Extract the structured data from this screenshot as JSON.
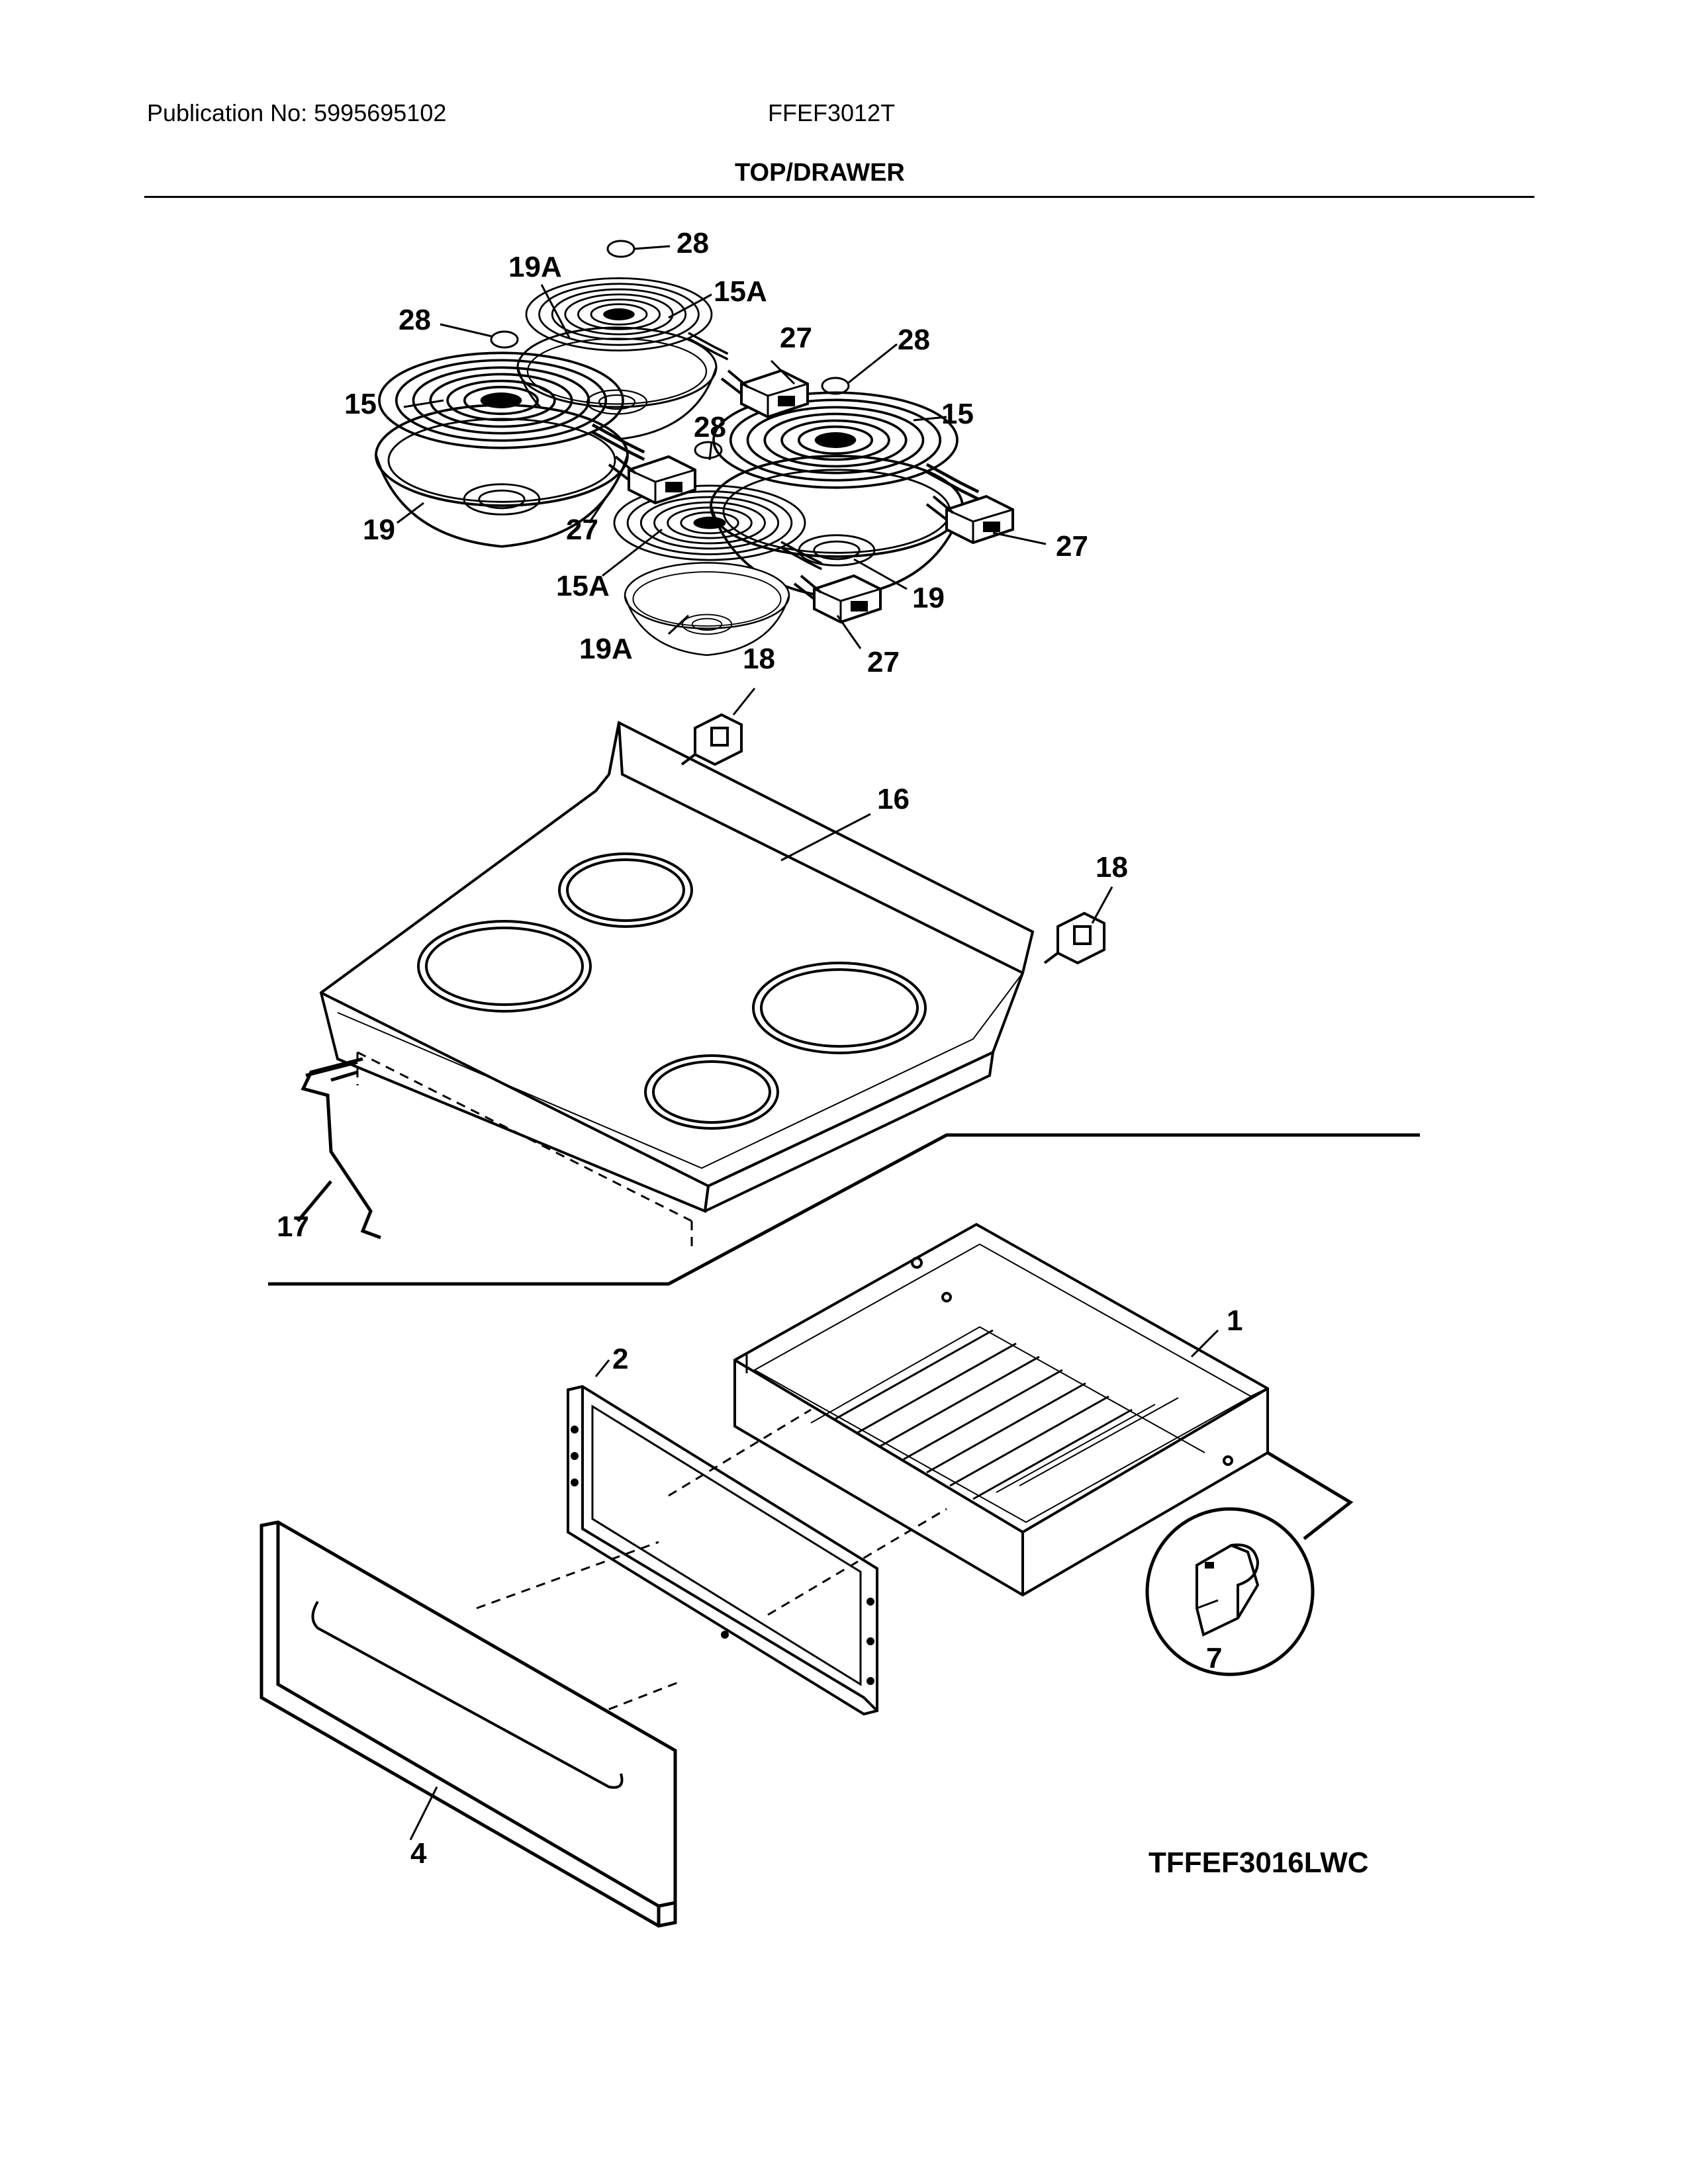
{
  "header": {
    "publication": "Publication No: 5995695102",
    "model": "FFEF3012T",
    "section_title": "TOP/DRAWER"
  },
  "callouts": {
    "p28_top": "28",
    "p19A_top": "19A",
    "p15A_top": "15A",
    "p28_left": "28",
    "p27_topright": "27",
    "p28_right": "28",
    "p15_left": "15",
    "p15_right": "15",
    "p28_center": "28",
    "p19_left": "19",
    "p27_left": "27",
    "p27_right": "27",
    "p15A_bottom": "15A",
    "p19_right": "19",
    "p19A_bottom": "19A",
    "p27_bottom": "27",
    "p18_top": "18",
    "p16": "16",
    "p18_right": "18",
    "p17": "17",
    "p1": "1",
    "p2": "2",
    "p7": "7",
    "p4": "4"
  },
  "reference_code": "TFFEF3016LWC",
  "icons": {
    "coil": "surface-element-coil-icon",
    "bowl": "drip-bowl-icon",
    "ring": "trim-ring-icon",
    "receptacle": "element-receptacle-icon"
  }
}
